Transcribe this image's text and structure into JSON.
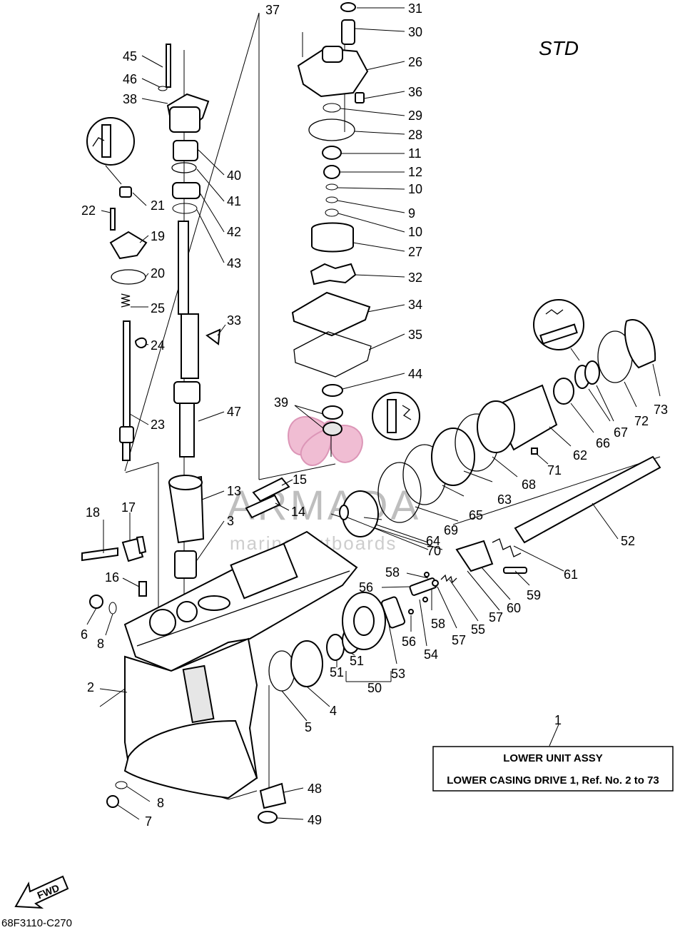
{
  "variant_label": "STD",
  "title_box": {
    "title": "LOWER  UNIT  ASSY",
    "subtitle": "LOWER CASING DRIVE 1, Ref. No. 2 to 73"
  },
  "diagram_code": "68F3110-C270",
  "fwd_label": "FWD",
  "watermark": {
    "brand": "ARMADA",
    "tagline": "marine outboards"
  },
  "callouts": {
    "c1": "1",
    "c2": "2",
    "c3": "3",
    "c4": "4",
    "c5": "5",
    "c6": "6",
    "c7": "7",
    "c8a": "8",
    "c8b": "8",
    "c9": "9",
    "c10a": "10",
    "c10b": "10",
    "c11": "11",
    "c12": "12",
    "c13": "13",
    "c14": "14",
    "c15": "15",
    "c16": "16",
    "c17": "17",
    "c18": "18",
    "c19": "19",
    "c20": "20",
    "c21": "21",
    "c22": "22",
    "c23": "23",
    "c24": "24",
    "c25": "25",
    "c26": "26",
    "c27": "27",
    "c28": "28",
    "c29": "29",
    "c30": "30",
    "c31": "31",
    "c32": "32",
    "c33": "33",
    "c34": "34",
    "c35": "35",
    "c36": "36",
    "c37": "37",
    "c38": "38",
    "c39": "39",
    "c40": "40",
    "c41": "41",
    "c42": "42",
    "c43": "43",
    "c44": "44",
    "c45": "45",
    "c46": "46",
    "c47": "47",
    "c48": "48",
    "c49": "49",
    "c50": "50",
    "c51a": "51",
    "c51b": "51",
    "c52": "52",
    "c53": "53",
    "c54": "54",
    "c55": "55",
    "c56a": "56",
    "c56b": "56",
    "c57a": "57",
    "c57b": "57",
    "c58a": "58",
    "c58b": "58",
    "c59": "59",
    "c60": "60",
    "c61": "61",
    "c62": "62",
    "c63": "63",
    "c64": "64",
    "c65": "65",
    "c66": "66",
    "c67": "67",
    "c68": "68",
    "c69": "69",
    "c70": "70",
    "c71": "71",
    "c72": "72",
    "c73": "73"
  }
}
